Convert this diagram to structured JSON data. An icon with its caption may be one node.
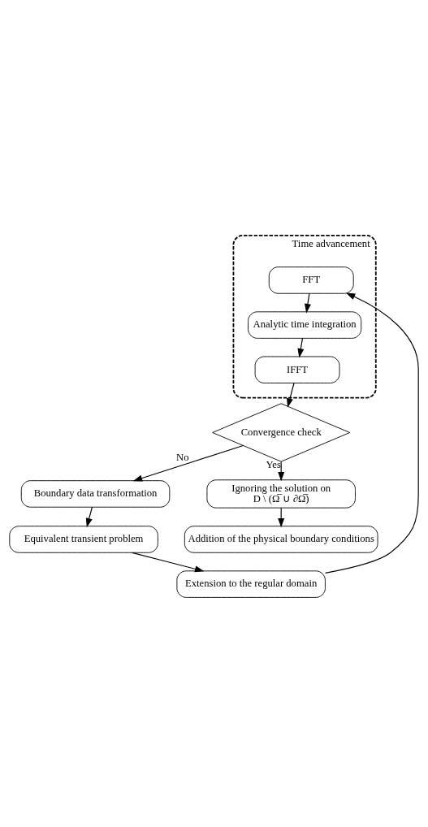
{
  "diagram": {
    "nodes": [
      {
        "text": [
          "Boundary data transformation"
        ]
      },
      {
        "text": [
          "Equivalent transient problem"
        ]
      },
      {
        "text": [
          "Extension to the regular domain"
        ]
      },
      {
        "text": [
          "Time advancement"
        ]
      },
      {
        "text": [
          "FFT"
        ],
        "in": 3
      },
      {
        "text": [
          "Analytic time integration"
        ],
        "in": 3
      },
      {
        "text": [
          "IFFT"
        ],
        "in": 3
      },
      {
        "text": [
          "Convergence check"
        ]
      },
      {
        "text": [
          "Ignoring the solution on",
          "D \\ (Ω̅ ∪ ∂Ω̅)"
        ]
      },
      {
        "text": [
          "Addition of the physical boundary conditions"
        ]
      }
    ],
    "edges": [
      {
        "from": 0,
        "to": 1,
        "arrow": "to"
      },
      {
        "from": 1,
        "to": 2,
        "arrow": "to"
      },
      {
        "from": 2,
        "to": 4,
        "arrow": "to"
      },
      {
        "from": 4,
        "to": 5,
        "arrow": "to"
      },
      {
        "from": 5,
        "to": 6,
        "arrow": "to"
      },
      {
        "from": 6,
        "to": 7,
        "arrow": "to"
      },
      {
        "from": 7,
        "to": 0,
        "arrow": "to",
        "label": "No"
      },
      {
        "from": 7,
        "to": 8,
        "arrow": "to",
        "label": "Yes"
      },
      {
        "from": 8,
        "to": 9,
        "arrow": "to"
      }
    ]
  }
}
